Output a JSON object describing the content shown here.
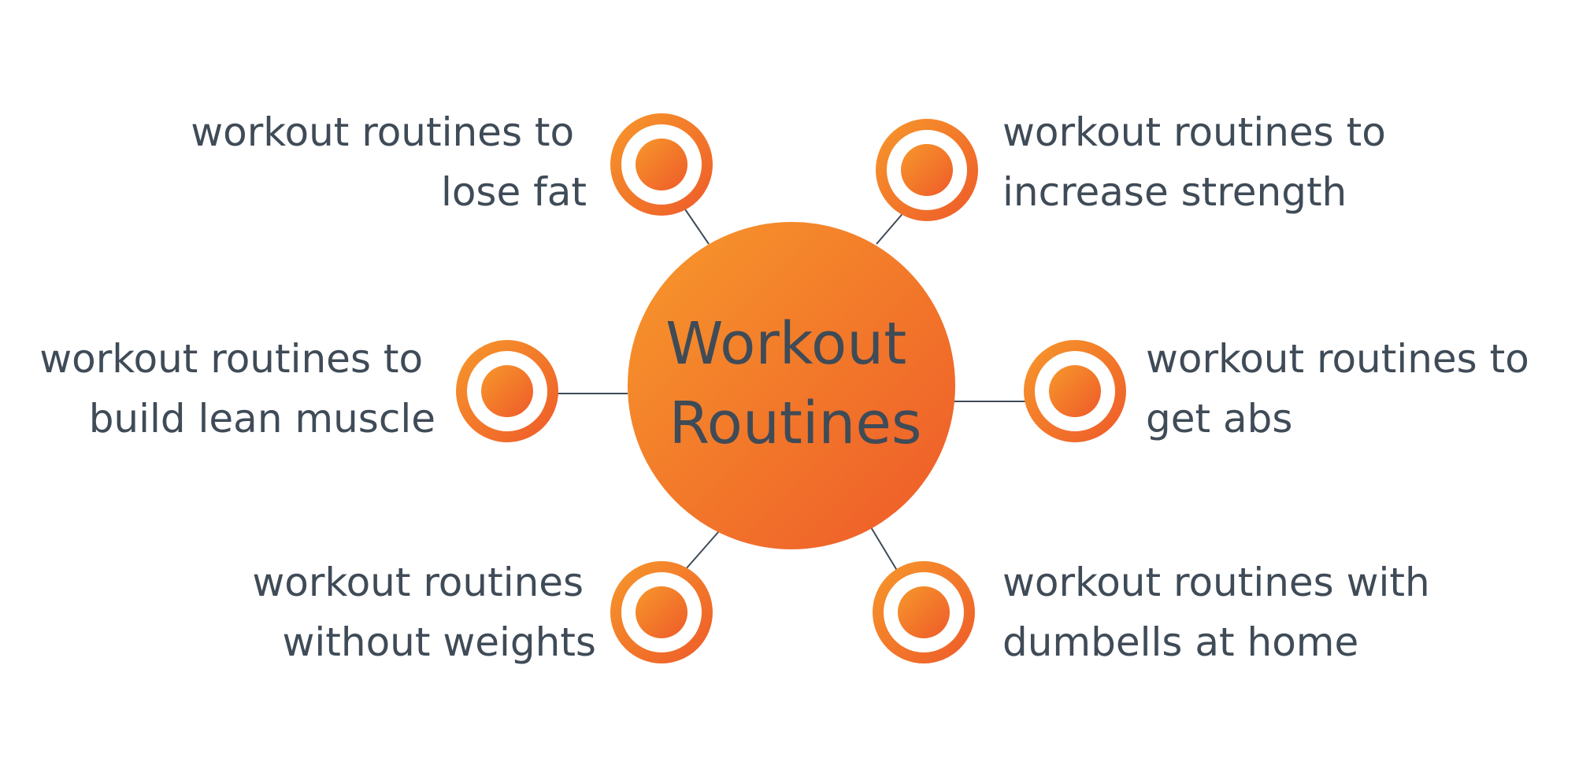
{
  "center": {
    "title_lines": [
      "Workout",
      "Routines"
    ]
  },
  "colors": {
    "gradient_start": "#f7982b",
    "gradient_end": "#ee5a2a",
    "text": "#3f4b57",
    "ring_inner": "#ffffff"
  },
  "nodes": [
    {
      "id": "lose-fat",
      "lines": [
        "workout routines to",
        "lose fat"
      ],
      "icon": "target-icon"
    },
    {
      "id": "increase-strength",
      "lines": [
        "workout routines to",
        "increase strength"
      ],
      "icon": "target-icon"
    },
    {
      "id": "build-lean-muscle",
      "lines": [
        "workout routines to",
        "build lean muscle"
      ],
      "icon": "target-icon"
    },
    {
      "id": "get-abs",
      "lines": [
        "workout routines to",
        "get abs"
      ],
      "icon": "target-icon"
    },
    {
      "id": "without-weights",
      "lines": [
        "workout routines",
        "without weights"
      ],
      "icon": "target-icon"
    },
    {
      "id": "dumbells-at-home",
      "lines": [
        "workout routines with",
        "dumbells at home"
      ],
      "icon": "target-icon"
    }
  ]
}
